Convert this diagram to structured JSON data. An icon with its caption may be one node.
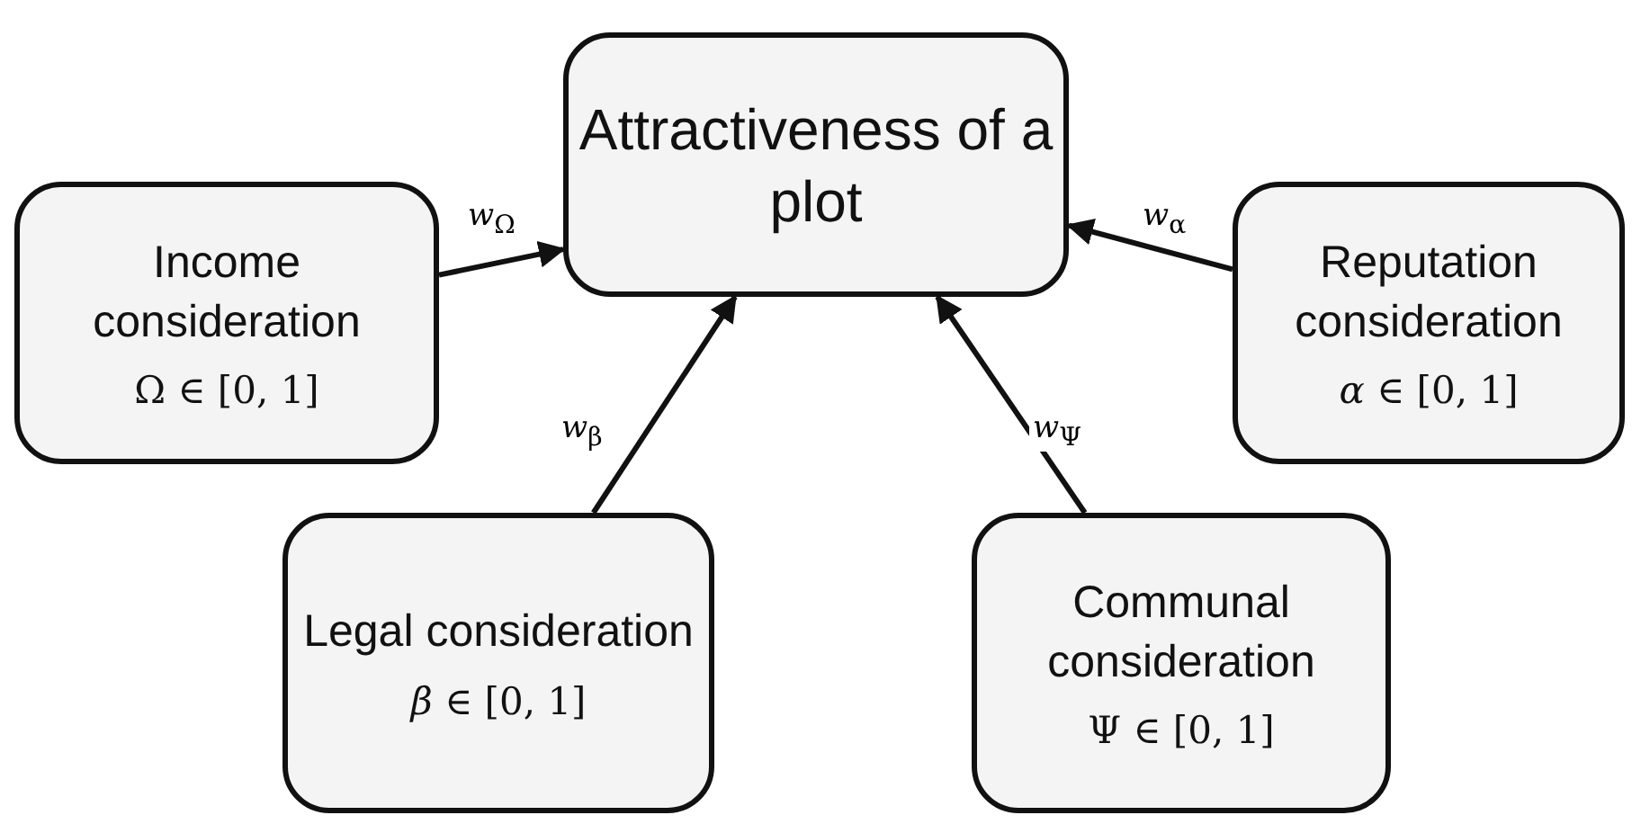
{
  "diagram": {
    "nodes": [
      {
        "text": [
          "Attractiveness of a plot"
        ]
      },
      {
        "text": [
          "Income consideration",
          "Ω ∈ [0, 1]"
        ]
      },
      {
        "text": [
          "Reputation consideration",
          "*α* ∈ [0, 1]"
        ]
      },
      {
        "text": [
          "Legal consideration",
          "*β* ∈ [0, 1]"
        ]
      },
      {
        "text": [
          "Communal consideration",
          "Ψ ∈ [0, 1]"
        ]
      }
    ],
    "edges": [
      {
        "from": 1,
        "to": 0,
        "arrow": "to",
        "label": "*w*$_{Ω}$"
      },
      {
        "from": 2,
        "to": 0,
        "arrow": "to",
        "label": "*w*$_{α}$"
      },
      {
        "from": 3,
        "to": 0,
        "arrow": "to",
        "label": "*w*$_{β}$"
      },
      {
        "from": 4,
        "to": 0,
        "arrow": "to",
        "label": "*w*$_{Ψ}$"
      }
    ]
  }
}
